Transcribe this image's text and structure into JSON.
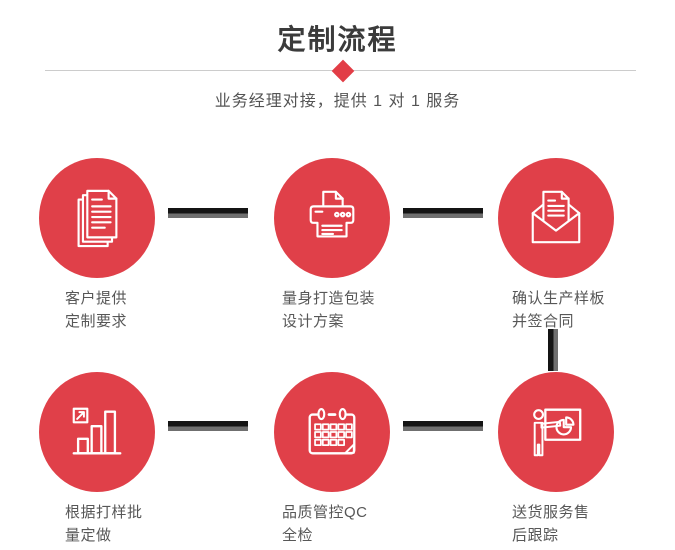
{
  "header": {
    "title": "定制流程",
    "subtitle": "业务经理对接，提供 1 对 1 服务"
  },
  "colors": {
    "accent_red": "#e04049",
    "diamond_red": "#e23d46",
    "title_text": "#3b3b3b",
    "body_text": "#575757",
    "divider": "#cccccc",
    "connector_dark": "#141414",
    "connector_gray": "#6f6f6f",
    "icon_stroke": "#ffffff"
  },
  "steps": [
    {
      "icon": "documents-icon",
      "label_line1": "客户提供",
      "label_line2": "定制要求"
    },
    {
      "icon": "printer-icon",
      "label_line1": "量身打造包装",
      "label_line2": "设计方案"
    },
    {
      "icon": "envelope-icon",
      "label_line1": "确认生产样板",
      "label_line2": "并签合同"
    },
    {
      "icon": "bar-chart-icon",
      "label_line1": "根据打样批",
      "label_line2": "量定做"
    },
    {
      "icon": "calendar-icon",
      "label_line1": "品质管控QC",
      "label_line2": "全检"
    },
    {
      "icon": "presentation-icon",
      "label_line1": "送货服务售",
      "label_line2": "后跟踪"
    }
  ]
}
